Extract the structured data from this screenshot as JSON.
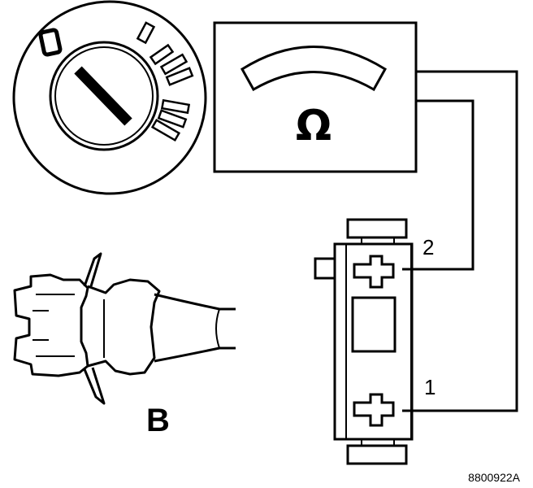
{
  "diagram": {
    "meter_symbol": "Ω",
    "terminal_1": "1",
    "terminal_2": "2",
    "connector_label": "B",
    "figure_code": "8800922A"
  }
}
